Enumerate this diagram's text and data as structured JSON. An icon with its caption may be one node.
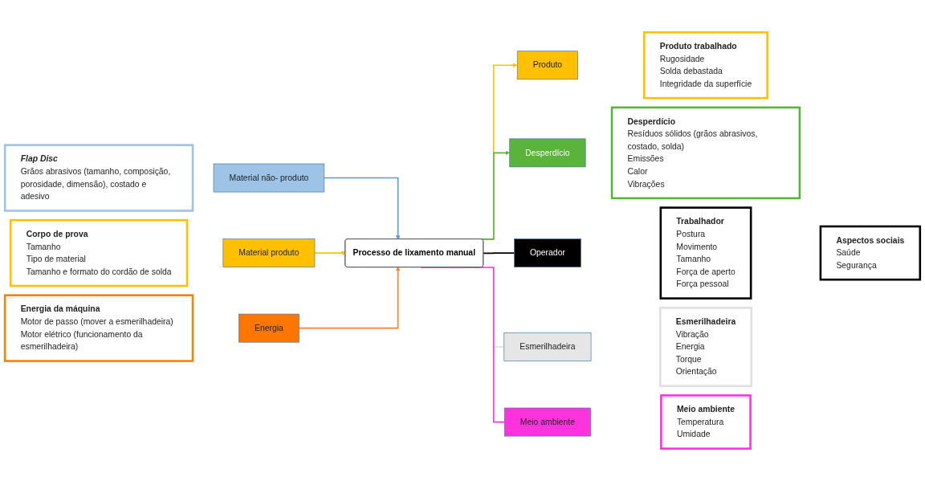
{
  "diagram": {
    "nodes": [
      {
        "text": [
          "Flap Disc",
          "Grãos abrasivos (tamanho, composição, porosidade, dimensão), costado e adesivo"
        ]
      },
      {
        "text": [
          "Material não- produto"
        ]
      },
      {
        "text": [
          "Corpo de prova",
          "Tamanho",
          "Tipo de material",
          "Tamanho e formato do cordão de solda"
        ]
      },
      {
        "text": [
          "Material produto"
        ]
      },
      {
        "text": [
          "Energia da máquina",
          "Motor de passo (mover a esmerilhadeira)",
          "Motor elétrico (funcionamento da esmerilhadeira)"
        ]
      },
      {
        "text": [
          "Energia"
        ]
      },
      {
        "text": [
          "Processo de lixamento manual"
        ]
      },
      {
        "text": [
          "Produto"
        ]
      },
      {
        "text": [
          "Produto trabalhado",
          "Rugosidade",
          "Solda debastada",
          "Integridade da superfície"
        ]
      },
      {
        "text": [
          "Desperdício"
        ]
      },
      {
        "text": [
          "Desperdício",
          "Resíduos sólidos (grãos abrasivos, costado, solda)",
          "Emissões",
          "Calor",
          "Vibrações"
        ]
      },
      {
        "text": [
          "Operador"
        ]
      },
      {
        "text": [
          "Esmerilhadeira"
        ]
      },
      {
        "text": [
          "Meio ambiente"
        ]
      },
      {
        "text": [
          "Trabalhador",
          "Postura",
          "Movimento",
          "Tamanho",
          "Força de aperto",
          "Força pessoal"
        ]
      },
      {
        "text": [
          "Aspectos sociais",
          "Saúde",
          "Segurança"
        ]
      },
      {
        "text": [
          "Esmerilhadeira",
          "Vibração",
          "Energia",
          "Torque",
          "Orientação"
        ]
      },
      {
        "text": [
          "Meio ambiente",
          "Temperatura",
          "Umidade"
        ]
      }
    ],
    "edges": [
      {
        "from": 1,
        "to": 6,
        "arrow": "to",
        "color": "#5b9bd5"
      },
      {
        "from": 3,
        "to": 6,
        "arrow": "to",
        "color": "#ffc000"
      },
      {
        "from": 5,
        "to": 6,
        "arrow": "to",
        "color": "#ff7f27"
      },
      {
        "from": 6,
        "to": 7,
        "arrow": "to",
        "color": "#ffc000"
      },
      {
        "from": 6,
        "to": 9,
        "arrow": "to",
        "color": "#5ab43c"
      },
      {
        "from": 6,
        "to": 11,
        "arrow": "none",
        "color": "#000000"
      },
      {
        "from": 6,
        "to": 12,
        "arrow": "none",
        "color": "#e0e0e0"
      },
      {
        "from": 6,
        "to": 13,
        "arrow": "none",
        "color": "#ff33dd"
      }
    ]
  }
}
